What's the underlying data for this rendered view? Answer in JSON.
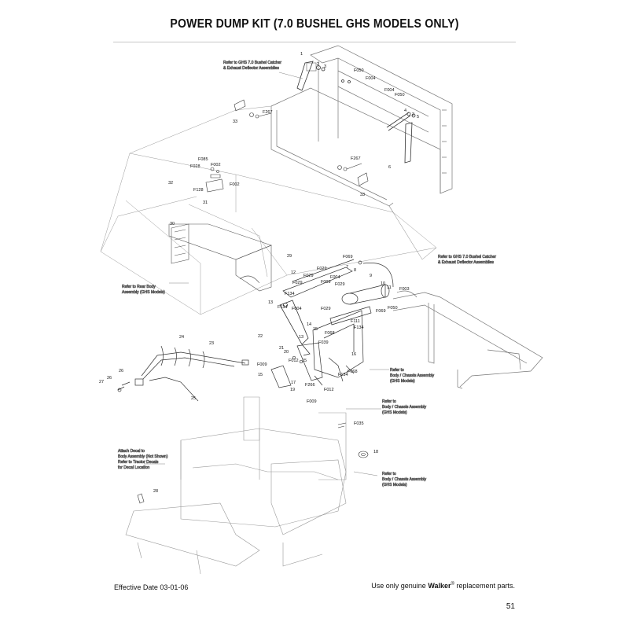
{
  "page": {
    "title": "POWER DUMP KIT (7.0 BUSHEL GHS MODELS ONLY)",
    "effective_date": "Effective Date 03-01-06",
    "footer_prefix": "Use only genuine",
    "brand": "Walker",
    "brand_mark": "®",
    "footer_suffix": "replacement parts.",
    "page_number": "51"
  },
  "notes": {
    "catcher_top_1": "Refer to GHS 7.0 Bushel Catcher",
    "catcher_top_2": "& Exhaust Deflector Assemblies",
    "catcher_right_1": "Refer to GHS 7.0 Bushel Catcher",
    "catcher_right_2": "& Exhaust Deflector Assemblies",
    "rear_body_1": "Refer to Rear Body",
    "rear_body_2": "Assembly (GHS Models)",
    "chassis_a_1": "Refer to",
    "chassis_a_2": "Body / Chassis Assembly",
    "chassis_a_3": "(GHS Models)",
    "chassis_b_1": "Refer to",
    "chassis_b_2": "Body / Chassis Assembly",
    "chassis_b_3": "(GHS Models)",
    "chassis_c_1": "Refer to",
    "chassis_c_2": "Body / Chassis Assembly",
    "chassis_c_3": "(GHS Models)",
    "decal_1": "Attach Decal to",
    "decal_2": "Body Assembly  (Not Shown)",
    "decal_3": "Refer to Tractor Decals",
    "decal_4": "for Decal Location"
  },
  "part_labels": {
    "p1": "1",
    "p2a": "2",
    "p3": "3",
    "f050a": "F050",
    "f004a": "F004",
    "f004b": "F004",
    "f050b": "F050",
    "p4": "4",
    "p2b": "2",
    "p5": "5",
    "p33a": "33",
    "f267a": "F267",
    "f085": "F085",
    "f028a": "F028",
    "f002a": "F002",
    "p32": "32",
    "f128": "F128",
    "f002b": "F002",
    "p31": "31",
    "f267b": "F267",
    "p6": "6",
    "p33b": "33",
    "p30": "30",
    "p29": "29",
    "f069a": "F069",
    "p12": "12",
    "f029a": "F029",
    "p7": "7",
    "p8": "8",
    "f029b": "F029",
    "f004c": "F004",
    "f009a": "F009",
    "f029c": "F029",
    "p9": "9",
    "p10": "10",
    "p11": "11",
    "f003": "F003",
    "f134a": "F134",
    "p13a": "13",
    "f134b": "F134",
    "f004d": "F004",
    "f029d": "F029",
    "f050c": "F050",
    "f069b": "F069",
    "p22": "22",
    "p14": "14",
    "p15a": "15",
    "f111": "F111",
    "f134c": "F134",
    "p13b": "13",
    "f068a": "F068",
    "f039": "F039",
    "p21": "21",
    "p20": "20",
    "f012a": "F012",
    "p15b": "15",
    "p16": "16",
    "f134d": "F134",
    "f068b": "F068",
    "f009b": "F009",
    "p15c": "15",
    "p17": "17",
    "p19": "19",
    "f266": "F266",
    "f012b": "F012",
    "p24": "24",
    "p23": "23",
    "p26": "26",
    "p27": "27",
    "p26b": "26",
    "p25": "25",
    "f009c": "F009",
    "f035": "F035",
    "p18": "18",
    "p28": "28"
  }
}
